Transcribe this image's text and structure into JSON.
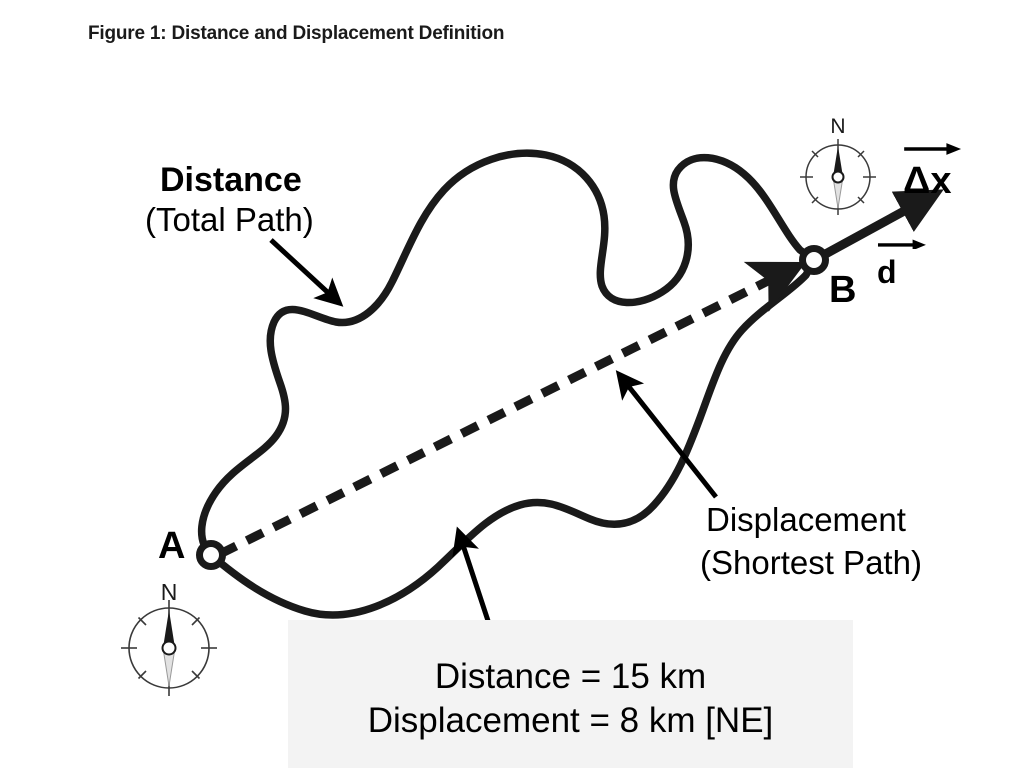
{
  "figure": {
    "title": "Figure 1: Distance and Displacement Definition",
    "background_color": "#ffffff",
    "ink_color": "#000000"
  },
  "annotations": {
    "distance_title": "Distance",
    "distance_subtitle": "(Total Path)",
    "displacement_title": "Displacement",
    "displacement_subtitle": "(Shortest Path)"
  },
  "points": {
    "start_label": "A",
    "end_label": "B"
  },
  "vectors": {
    "delta_x_symbol": "Δx",
    "displacement_symbol": "d"
  },
  "compass": {
    "north_label": "N"
  },
  "results": {
    "distance_line": "Distance = 15 km",
    "displacement_line": "Displacement = 8 km [NE]",
    "panel_color": "#f3f3f3"
  },
  "chart_data": {
    "type": "diagram",
    "title": "Figure 1: Distance and Displacement Definition",
    "elements": [
      {
        "name": "curved-path",
        "role": "distance",
        "description": "Wandering curved path from point A to point B representing total distance travelled",
        "style": "solid",
        "value": "15 km"
      },
      {
        "name": "dashed-straight-line",
        "role": "displacement",
        "description": "Straight dashed arrow from point A to point B representing displacement",
        "style": "dashed-arrow",
        "value": "8 km",
        "direction": "NE"
      },
      {
        "name": "delta-x-vector",
        "role": "displacement-vector",
        "description": "Solid arrow leaving point B labelled delta-x / d"
      }
    ],
    "measurements": [
      {
        "label": "Distance",
        "value": 15,
        "unit": "km"
      },
      {
        "label": "Displacement",
        "value": 8,
        "unit": "km",
        "direction": "NE"
      }
    ]
  }
}
